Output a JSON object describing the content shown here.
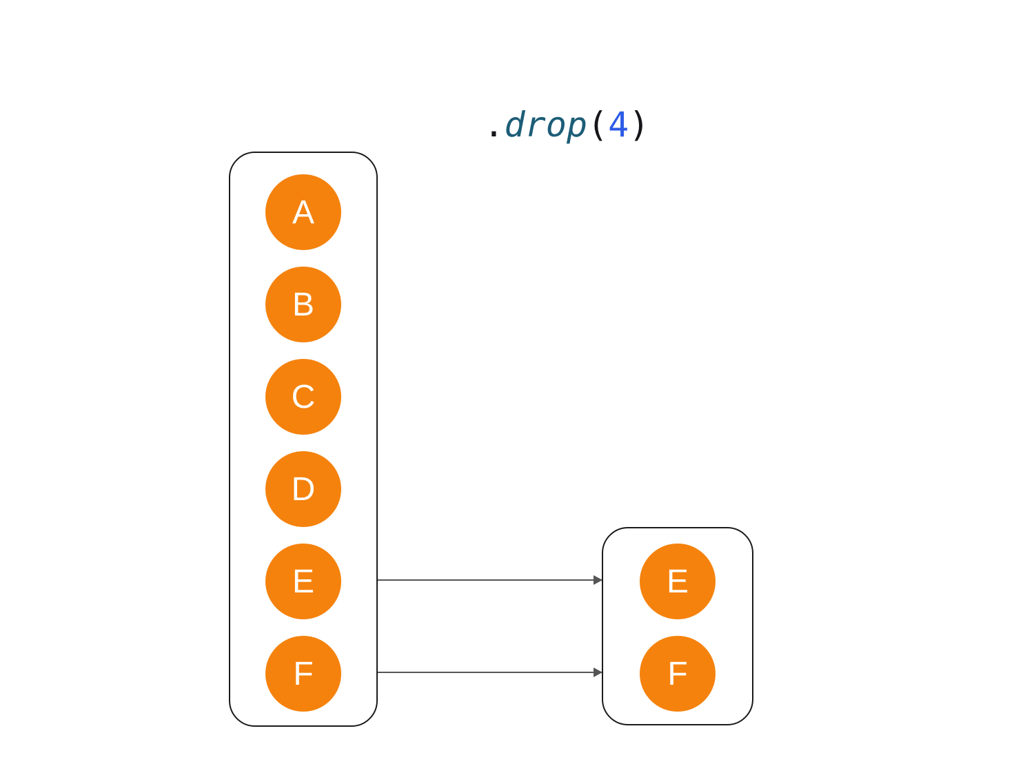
{
  "code": {
    "expression": ".drop(4)",
    "parts": [
      {
        "text": ".",
        "role": "punctuation"
      },
      {
        "text": "drop",
        "role": "function"
      },
      {
        "text": "(",
        "role": "punctuation"
      },
      {
        "text": "4",
        "role": "number"
      },
      {
        "text": ")",
        "role": "punctuation"
      }
    ]
  },
  "source_collection": {
    "items": [
      "A",
      "B",
      "C",
      "D",
      "E",
      "F"
    ]
  },
  "result_collection": {
    "items": [
      "E",
      "F"
    ]
  },
  "arrows": [
    {
      "from": "E",
      "to": "E"
    },
    {
      "from": "F",
      "to": "F"
    }
  ],
  "theme": {
    "background": "#ffffff",
    "circle-fill": "#f5820d",
    "circle-text": "#ffffff",
    "container-border": "#1a1a1a",
    "arrow": "#555555",
    "code-default": "#16161a",
    "code-function": "#1c5d77",
    "code-number": "#2d5be7"
  }
}
